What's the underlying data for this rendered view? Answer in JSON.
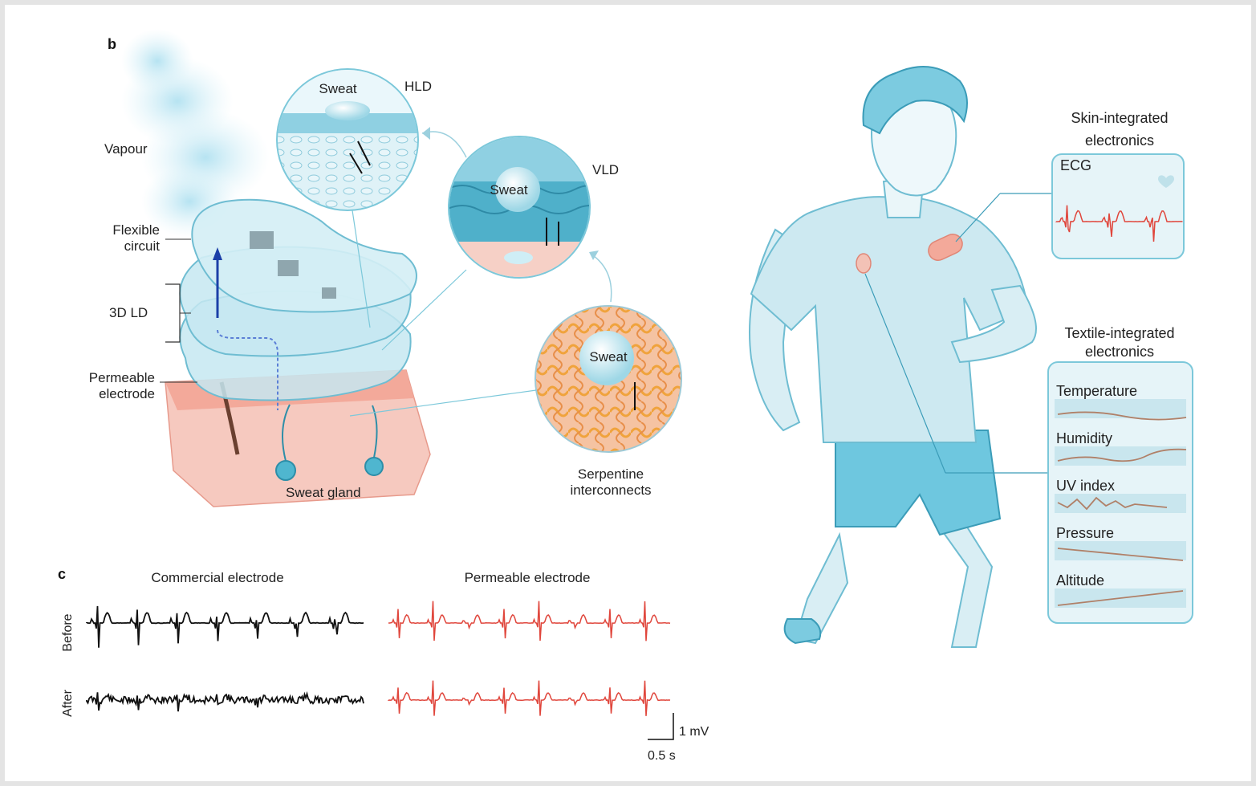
{
  "panel_b": {
    "letter": "b",
    "vapour": "Vapour",
    "flexible_circuit": [
      "Flexible",
      "circuit"
    ],
    "ld3d": "3D LD",
    "permeable_electrode": [
      "Permeable",
      "electrode"
    ],
    "sweat_gland": "Sweat gland",
    "hld": "HLD",
    "vld": "VLD",
    "sweat": "Sweat",
    "serpentine": [
      "Serpentine",
      "interconnects"
    ]
  },
  "panel_c": {
    "letter": "c",
    "commercial": "Commercial electrode",
    "permeable": "Permeable electrode",
    "before": "Before",
    "after": "After",
    "scale_mv": "1 mV",
    "scale_s": "0.5 s",
    "colors": {
      "commercial": "#111111",
      "permeable": "#e0463c"
    }
  },
  "runner": {
    "skin_title": [
      "Skin-integrated",
      "electronics"
    ],
    "ecg": "ECG",
    "textile_title": [
      "Textile-integrated",
      "electronics"
    ],
    "sensors": [
      "Temperature",
      "Humidity",
      "UV index",
      "Pressure",
      "Altitude"
    ]
  },
  "colors": {
    "accent_blue": "#5cc3d8",
    "light_blue": "#cdebf3",
    "skin_pink": "#f4b9ad",
    "trace_brown": "#b08068",
    "ecg_red": "#e0463c"
  }
}
